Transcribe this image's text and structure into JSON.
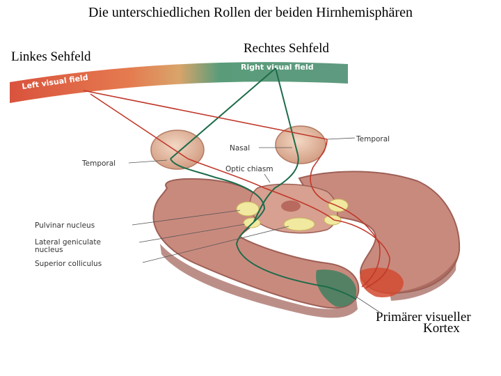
{
  "slide": {
    "title": "Die unterschiedlichen Rollen der beiden Hirnhemisphären",
    "left_field": "Linkes Sehfeld",
    "right_field": "Rechtes Sehfeld",
    "cortex_line1": "Primärer visueller",
    "cortex_line2": "Kortex"
  },
  "figure": {
    "arc_left": "Left visual field",
    "arc_right": "Right visual field",
    "nasal": "Nasal",
    "temporal_right": "Temporal",
    "temporal_left": "Temporal",
    "optic_chiasm": "Optic chiasm",
    "pulvinar": "Pulvinar nucleus",
    "lgn_line1": "Lateral geniculate",
    "lgn_line2": "nucleus",
    "colliculus": "Superior colliculus"
  },
  "colors": {
    "left_pathway": "#c0392b",
    "right_pathway": "#1e6b4a",
    "brain": "#c98a7e",
    "brain_dark": "#9e5f55",
    "eye": "#e8c1a8",
    "nucleus": "#f1e9a0"
  }
}
